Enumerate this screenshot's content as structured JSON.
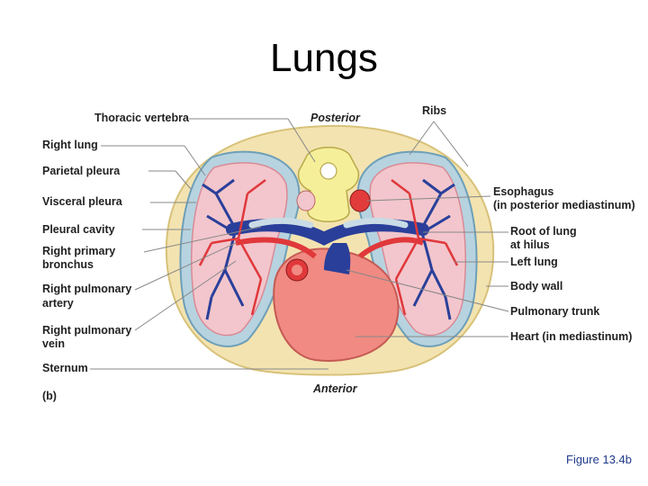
{
  "title": "Lungs",
  "orientation": {
    "posterior": "Posterior",
    "anterior": "Anterior"
  },
  "panel_letter": "(b)",
  "caption": "Figure 13.4b",
  "labels_left": {
    "thoracic_vertebra": "Thoracic vertebra",
    "right_lung": "Right lung",
    "parietal_pleura": "Parietal pleura",
    "visceral_pleura": "Visceral pleura",
    "pleural_cavity": "Pleural cavity",
    "right_primary_bronchus_1": "Right primary",
    "right_primary_bronchus_2": "bronchus",
    "right_pulmonary_artery_1": "Right pulmonary",
    "right_pulmonary_artery_2": "artery",
    "right_pulmonary_vein_1": "Right pulmonary",
    "right_pulmonary_vein_2": "vein",
    "sternum": "Sternum"
  },
  "labels_right": {
    "ribs": "Ribs",
    "esophagus_1": "Esophagus",
    "esophagus_2": "(in posterior mediastinum)",
    "root_of_lung_1": "Root of lung",
    "root_of_lung_2": "at hilus",
    "left_lung": "Left lung",
    "body_wall": "Body wall",
    "pulmonary_trunk": "Pulmonary trunk",
    "heart": "Heart (in mediastinum)"
  },
  "colors": {
    "body_wall": "#f3e3b0",
    "pleura": "#b7d3e0",
    "lung": "#f2c6cc",
    "artery": "#e0383b",
    "vein": "#2a3f9a",
    "heart": "#f08a82"
  }
}
